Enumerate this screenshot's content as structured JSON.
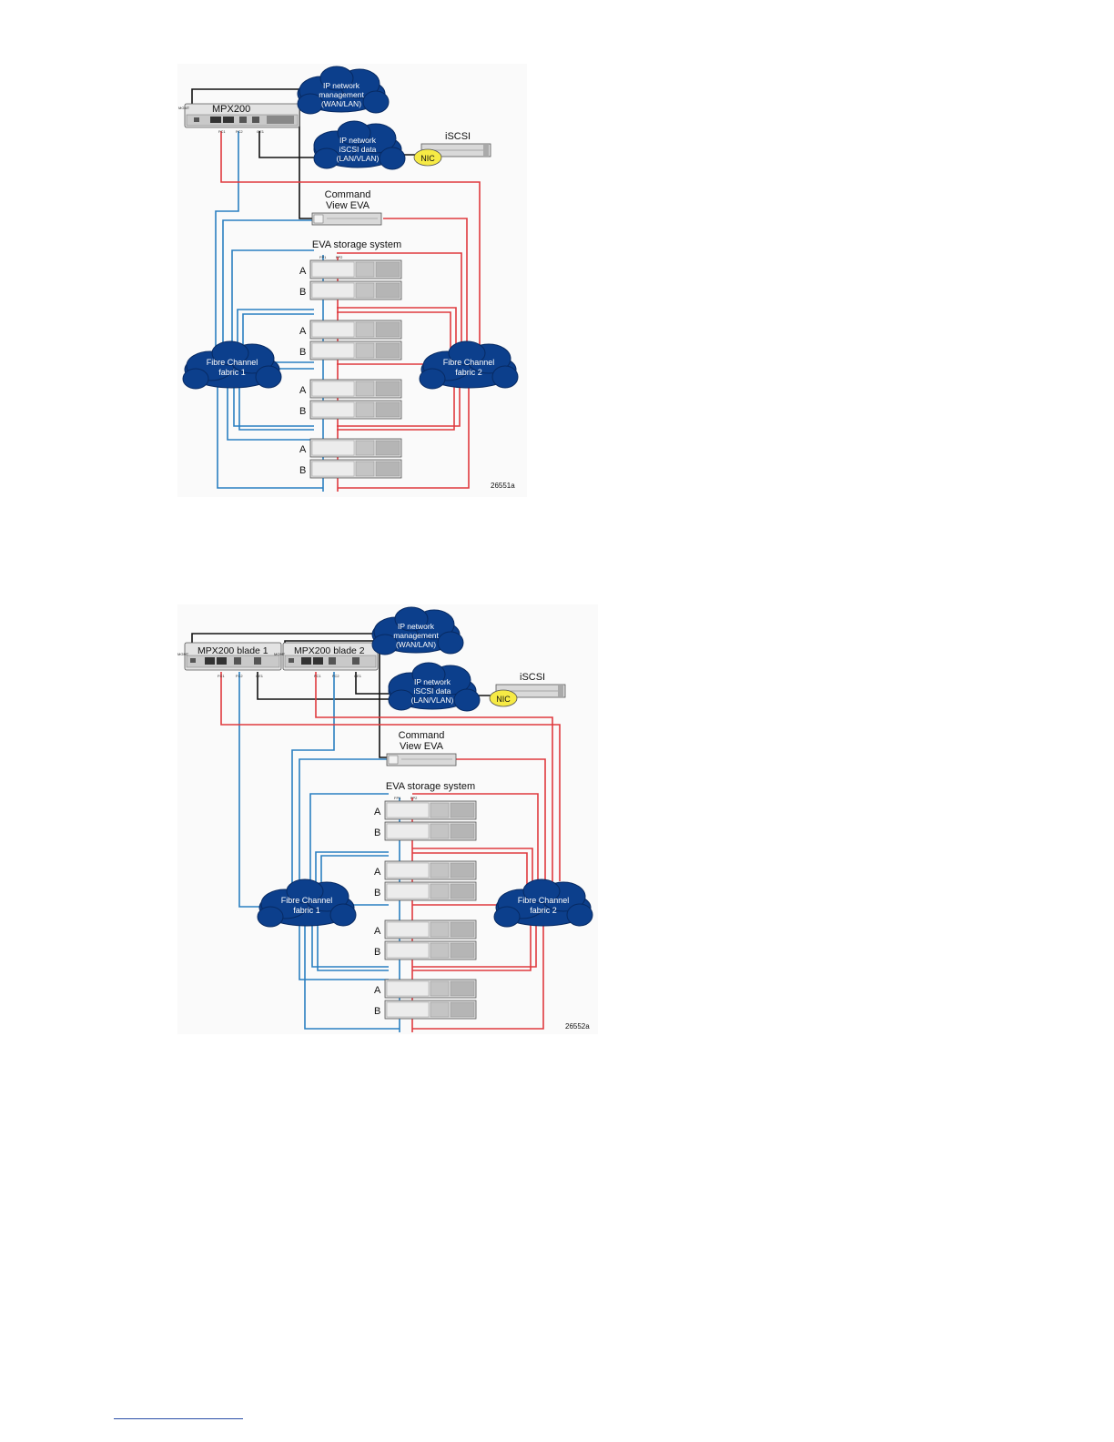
{
  "colors": {
    "cloud": "#0c3f8c",
    "cloud_edge": "#072a63",
    "fabric1_cable": "#2a7fc1",
    "fabric2_cable": "#e03a3e",
    "ip_cable": "#111111",
    "nic": "#f6ea45",
    "chassis": "#d9d9d9"
  },
  "figure1": {
    "router_label": "MPX200",
    "mgmt_port": "MGMT",
    "port_labels": [
      "FC1",
      "FC2",
      "GE1"
    ],
    "cloud_mgmt": [
      "IP network",
      "management",
      "(WAN/LAN)"
    ],
    "cloud_iscsi": [
      "IP network",
      "iSCSI data",
      "(LAN/VLAN)"
    ],
    "iscsi_label": "iSCSI",
    "nic_label": "NIC",
    "command_view": [
      "Command",
      "View EVA"
    ],
    "eva_label": "EVA storage system",
    "controller_a": "A",
    "controller_b": "B",
    "host_port_1": "FP1",
    "host_port_2": "FP2",
    "fabric1": [
      "Fibre Channel",
      "fabric 1"
    ],
    "fabric2": [
      "Fibre Channel",
      "fabric 2"
    ],
    "figure_id": "26551a"
  },
  "figure2": {
    "blade1_label": "MPX200 blade 1",
    "blade2_label": "MPX200 blade 2",
    "mgmt_port": "MGMT",
    "port_labels": [
      "FC1",
      "FC2",
      "GE1"
    ],
    "cloud_mgmt": [
      "IP network",
      "management",
      "(WAN/LAN)"
    ],
    "cloud_iscsi": [
      "IP network",
      "iSCSI data",
      "(LAN/VLAN)"
    ],
    "iscsi_label": "iSCSI",
    "nic_label": "NIC",
    "command_view": [
      "Command",
      "View EVA"
    ],
    "eva_label": "EVA storage system",
    "controller_a": "A",
    "controller_b": "B",
    "host_port_1": "FP1",
    "host_port_2": "FP2",
    "fabric1": [
      "Fibre Channel",
      "fabric 1"
    ],
    "fabric2": [
      "Fibre Channel",
      "fabric 2"
    ],
    "figure_id": "26552a"
  }
}
